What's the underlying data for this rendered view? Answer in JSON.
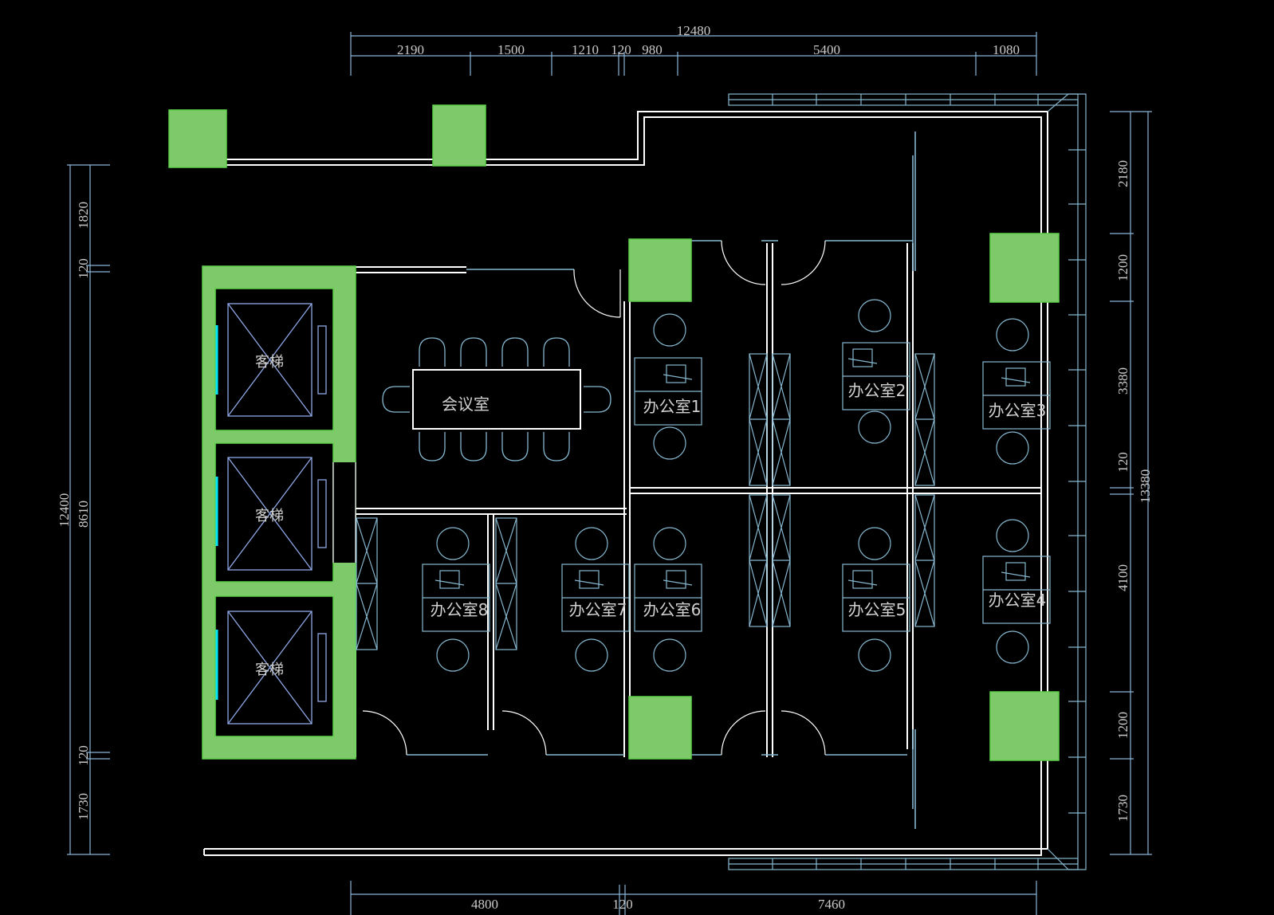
{
  "colors": {
    "background": "#000000",
    "column_fill": "#7ec96a",
    "wall": "#ffffff",
    "dimension": "#8ab4d8",
    "furniture": "#86b7cf",
    "elevator": "#8fa8e6",
    "door_cyan": "#00e5ff"
  },
  "dimensions": {
    "top_total": "12480",
    "top_segments": [
      "2190",
      "1500",
      "1210",
      "120",
      "980",
      "5400",
      "1080"
    ],
    "bottom_segments": [
      "4800",
      "120",
      "7460"
    ],
    "left_total": "12400",
    "left_segments": [
      "1820",
      "120",
      "8610",
      "120",
      "1730"
    ],
    "right_total": "13380",
    "right_segments": [
      "2180",
      "1200",
      "3380",
      "120",
      "4100",
      "1200",
      "1730"
    ]
  },
  "rooms": {
    "meeting": "会议室",
    "office1": "办公室1",
    "office2": "办公室2",
    "office3": "办公室3",
    "office4": "办公室4",
    "office5": "办公室5",
    "office6": "办公室6",
    "office7": "办公室7",
    "office8": "办公室8"
  },
  "elevators": [
    "客梯",
    "客梯",
    "客梯"
  ]
}
